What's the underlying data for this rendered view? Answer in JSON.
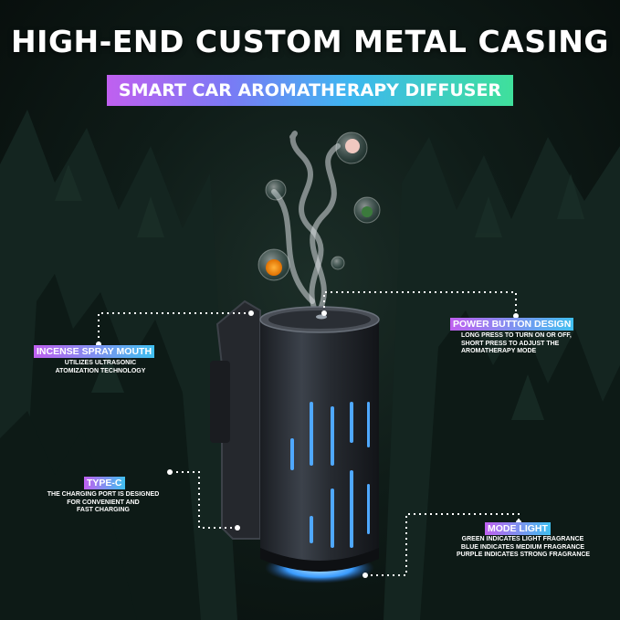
{
  "title": "HIGH-END CUSTOM METAL CASING",
  "subtitle": "SMART CAR AROMATHERAPY DIFFUSER",
  "callouts": {
    "power": {
      "label": "POWER BUTTON DESIGN",
      "desc": [
        "LONG PRESS TO TURN ON OR OFF,",
        "SHORT PRESS TO ADJUST THE",
        "AROMATHERAPY MODE"
      ]
    },
    "spray": {
      "label": "INCENSE SPRAY MOUTH",
      "desc": [
        "UTILIZES ULTRASONIC",
        "ATOMIZATION TECHNOLOGY"
      ]
    },
    "typec": {
      "label": "TYPE-C",
      "desc": [
        "THE CHARGING PORT IS DESIGNED",
        "FOR CONVENIENT AND",
        "FAST CHARGING"
      ]
    },
    "mode": {
      "label": "MODE LIGHT",
      "desc": [
        "GREEN INDICATES LIGHT FRAGRANCE",
        "BLUE INDICATES MEDIUM FRAGRANCE",
        "PURPLE INDICATES STRONG FRAGRANCE"
      ]
    }
  },
  "colors": {
    "accent_purple": "#c060f0",
    "accent_blue": "#40c0f0",
    "accent_green": "#3fe09b",
    "light_blue": "#4fa8ff"
  }
}
